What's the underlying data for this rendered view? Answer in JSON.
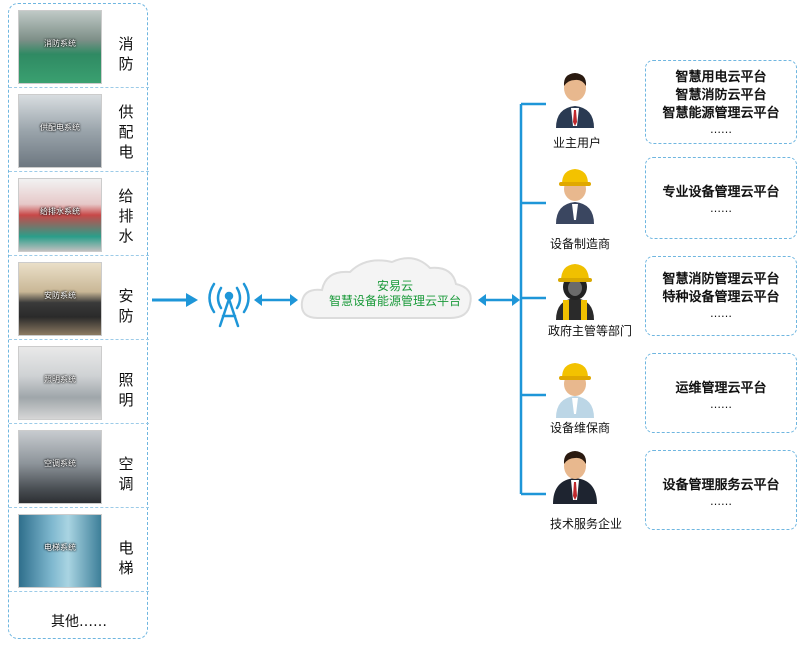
{
  "systems": [
    {
      "caption": "消防系统",
      "label": "消\n防"
    },
    {
      "caption": "供配电系统",
      "label": "供\n配\n电"
    },
    {
      "caption": "给排水系统",
      "label": "给\n排\n水"
    },
    {
      "caption": "安防系统",
      "label": "安\n防"
    },
    {
      "caption": "照明系统",
      "label": "照\n明"
    },
    {
      "caption": "空调系统",
      "label": "空\n调"
    },
    {
      "caption": "电梯系统",
      "label": "电\n梯"
    }
  ],
  "other_label": "其他……",
  "cloud": {
    "line1": "安易云",
    "line2": "智慧设备能源管理云平台"
  },
  "roles": [
    {
      "label": "业主用户"
    },
    {
      "label": "设备制造商"
    },
    {
      "label": "政府主管等部门"
    },
    {
      "label": "设备维保商"
    },
    {
      "label": "技术服务企业"
    }
  ],
  "platforms": [
    {
      "lines": [
        "智慧用电云平台",
        "智慧消防云平台",
        "智慧能源管理云平台"
      ],
      "more": "……"
    },
    {
      "lines": [
        "专业设备管理云平台"
      ],
      "more": "……"
    },
    {
      "lines": [
        "智慧消防管理云平台",
        "特种设备管理云平台"
      ],
      "more": "……"
    },
    {
      "lines": [
        "运维管理云平台"
      ],
      "more": "……"
    },
    {
      "lines": [
        "设备管理服务云平台"
      ],
      "more": "……"
    }
  ],
  "colors": {
    "accent": "#1e96d8",
    "cloud_text": "#1a9a3a",
    "border": "#6fb6e0"
  }
}
